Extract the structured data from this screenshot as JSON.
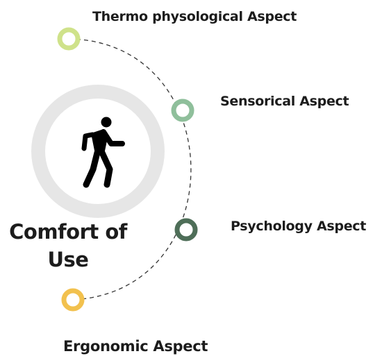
{
  "center": {
    "title_line1": "Comfort of",
    "title_line2": "Use",
    "icon": "walking-person-icon"
  },
  "aspects": [
    {
      "label": "Thermo physological Aspect",
      "color": "#cfe28a"
    },
    {
      "label": "Sensorical Aspect",
      "color": "#8fbf9b"
    },
    {
      "label": "Psychology Aspect",
      "color": "#4e6e58"
    },
    {
      "label": "Ergonomic Aspect",
      "color": "#f2c14e"
    }
  ],
  "colors": {
    "hub_ring": "#e6e6e6",
    "arc": "#333333",
    "text": "#1c1c1c"
  }
}
